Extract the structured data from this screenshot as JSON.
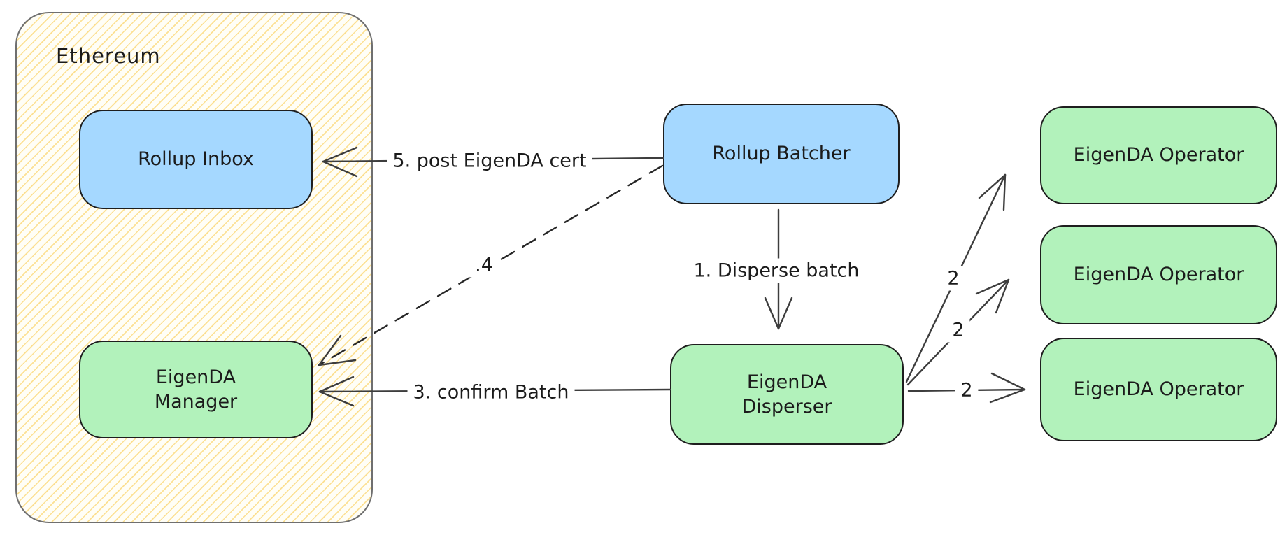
{
  "group": {
    "label": "Ethereum"
  },
  "nodes": {
    "rollup_inbox": {
      "label": "Rollup Inbox",
      "fill": "#a5d8ff"
    },
    "eigenda_manager": {
      "label": "EigenDA\nManager",
      "fill": "#b2f2bb"
    },
    "rollup_batcher": {
      "label": "Rollup Batcher",
      "fill": "#a5d8ff"
    },
    "eigenda_disperser": {
      "label": "EigenDA\nDisperser",
      "fill": "#b2f2bb"
    }
  },
  "operators": [
    {
      "label": "EigenDA Operator"
    },
    {
      "label": "EigenDA Operator"
    },
    {
      "label": "EigenDA Operator"
    }
  ],
  "edges": {
    "disperse_batch": {
      "label": "1. Disperse batch",
      "style": "solid"
    },
    "to_operator_1": {
      "label": "2",
      "style": "solid"
    },
    "to_operator_2": {
      "label": "2",
      "style": "solid"
    },
    "to_operator_3": {
      "label": "2",
      "style": "solid"
    },
    "confirm_batch": {
      "label": "3. confirm Batch",
      "style": "solid"
    },
    "post_cert_step4": {
      "label": ".4",
      "style": "dashed"
    },
    "post_cert": {
      "label": "5. post EigenDA cert",
      "style": "solid"
    }
  },
  "colors": {
    "node_blue": "#a5d8ff",
    "node_green": "#b2f2bb",
    "node_border": "#1e1e1e",
    "group_border": "#6f6f6f",
    "group_hatch_yellow": "#facc42",
    "arrow_stroke": "#3d3d3d",
    "text": "#1b1b1b",
    "canvas_bg": "#ffffff"
  }
}
